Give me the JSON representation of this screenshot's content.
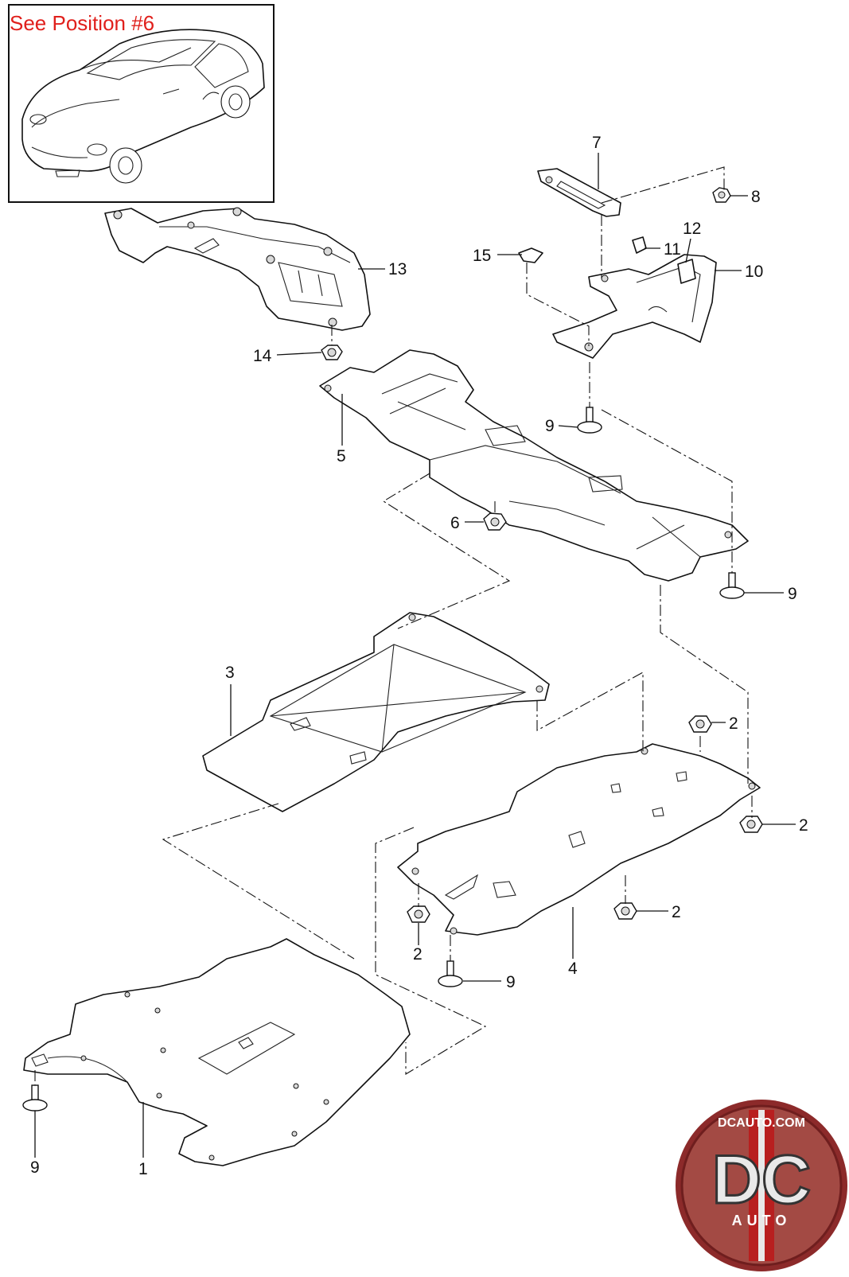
{
  "note": "See Position #6",
  "callouts": {
    "p1": "1",
    "p2a": "2",
    "p2b": "2",
    "p2c": "2",
    "p2d": "2",
    "p3": "3",
    "p4": "4",
    "p5": "5",
    "p6": "6",
    "p7": "7",
    "p8": "8",
    "p9a": "9",
    "p9b": "9",
    "p9c": "9",
    "p9d": "9",
    "p10": "10",
    "p11": "11",
    "p12": "12",
    "p13": "13",
    "p14": "14",
    "p15": "15"
  },
  "logo": {
    "top_text": "DCAUTO.COM",
    "letters": "DC",
    "bottom_text": "AUTO",
    "ring_color": "#8c2a2a",
    "stripe_color": "#b81f1f"
  }
}
